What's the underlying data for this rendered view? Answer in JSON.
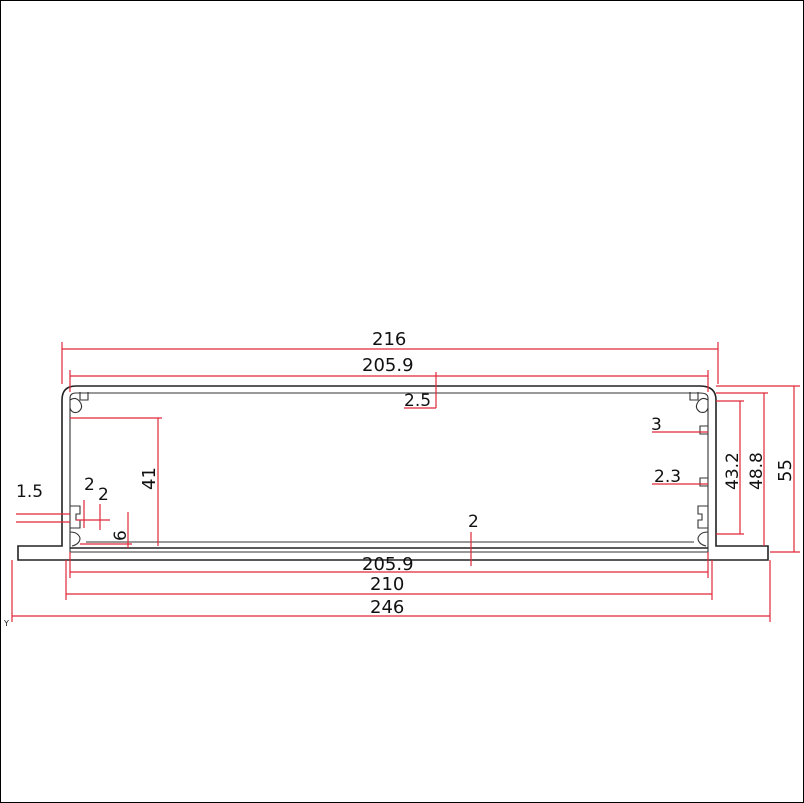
{
  "drawing": {
    "dims": {
      "overall_width": "216",
      "inner_width_top": "205.9",
      "top_wall": "2.5",
      "slot_gap": "3",
      "side_wall": "2.3",
      "inner_height": "43.2",
      "outer_height_inner": "48.8",
      "overall_height": "55",
      "slot_depth": "41",
      "flange_thickness": "1.5",
      "rib_a": "2",
      "rib_b": "2",
      "foot_height": "6",
      "base_wall": "2",
      "inner_width_bottom": "205.9",
      "base_width": "210",
      "flange_width": "246"
    },
    "corner_mark": "Y",
    "colors": {
      "dimension": "#e0283a",
      "outline": "#222222"
    }
  }
}
